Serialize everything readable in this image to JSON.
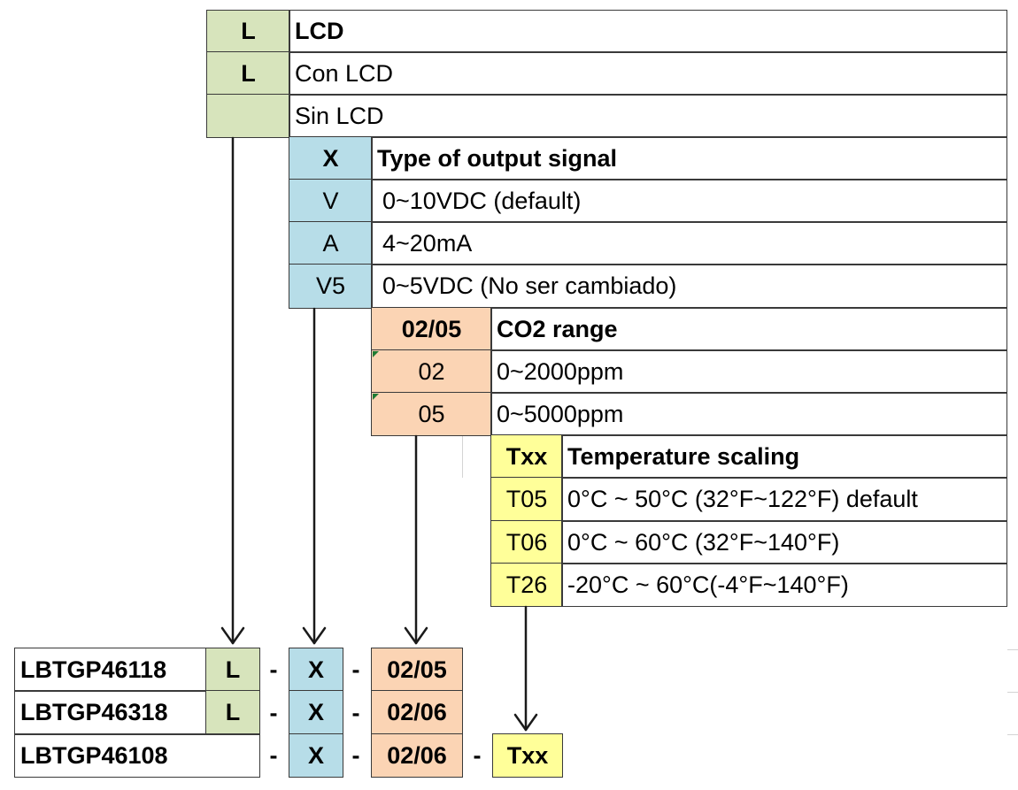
{
  "lcd": {
    "header": {
      "code": "L",
      "label": "LCD"
    },
    "options": [
      {
        "code": "L",
        "label": "Con LCD"
      },
      {
        "code": "",
        "label": "Sin LCD"
      }
    ]
  },
  "output_signal": {
    "header": {
      "code": "X",
      "label": "Type of output signal"
    },
    "options": [
      {
        "code": "V",
        "label": "0~10VDC (default)"
      },
      {
        "code": "A",
        "label": "4~20mA"
      },
      {
        "code": "V5",
        "label": "0~5VDC (No ser cambiado)"
      }
    ]
  },
  "co2_range": {
    "header": {
      "code": "02/05",
      "label": "CO2 range"
    },
    "options": [
      {
        "code": "02",
        "label": "0~2000ppm"
      },
      {
        "code": "05",
        "label": "0~5000ppm"
      }
    ]
  },
  "temperature_scaling": {
    "header": {
      "code": "Txx",
      "label": "Temperature scaling"
    },
    "options": [
      {
        "code": "T05",
        "label": "0°C ~ 50°C (32°F~122°F) default"
      },
      {
        "code": "T06",
        "label": "0°C ~ 60°C (32°F~140°F)"
      },
      {
        "code": "T26",
        "label": " -20°C ~ 60°C(-4°F~140°F)"
      }
    ]
  },
  "models": [
    {
      "name": "LBTGP46118",
      "lcd": "L",
      "output": "X",
      "co2": "02/05",
      "temp": ""
    },
    {
      "name": "LBTGP46318",
      "lcd": "L",
      "output": "X",
      "co2": "02/06",
      "temp": ""
    },
    {
      "name": "LBTGP46108",
      "lcd": "",
      "output": "X",
      "co2": "02/06",
      "temp": "Txx"
    }
  ],
  "separator": "-",
  "colors": {
    "lcd": "#d7e4bc",
    "output_signal": "#b7dde8",
    "co2_range": "#fbd4b4",
    "temperature_scaling": "#ffff99"
  }
}
